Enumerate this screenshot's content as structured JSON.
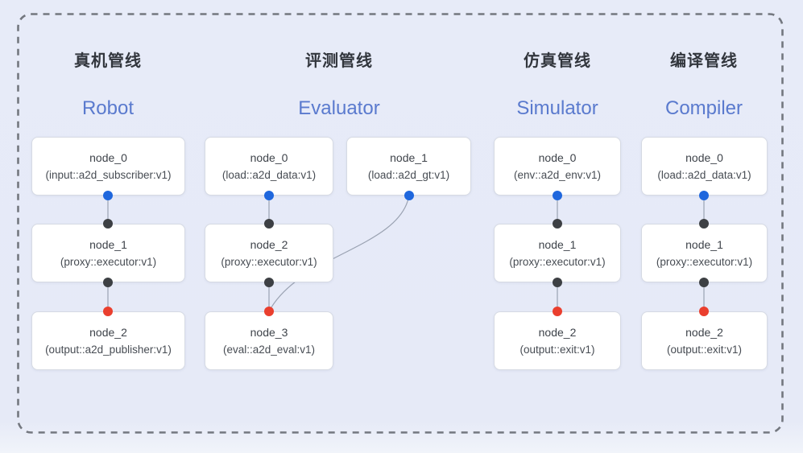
{
  "diagram": {
    "description_colors": {
      "background": "#e7ebf8",
      "frame_dash": "#73777f",
      "node_fill": "#ffffff",
      "node_border": "#d6dae3",
      "edge": "#9aa2b2",
      "input_port": "#1f67dd",
      "mid_port": "#3d4044",
      "output_port": "#ea3f2e",
      "header_cn": "#32363d",
      "header_en": "#5a7ace"
    },
    "pipelines": [
      {
        "title_cn": "真机管线",
        "title_en": "Robot",
        "nodes": [
          {
            "label": "node_0",
            "detail": "(input::a2d_subscriber:v1)"
          },
          {
            "label": "node_1",
            "detail": "(proxy::executor:v1)"
          },
          {
            "label": "node_2",
            "detail": "(output::a2d_publisher:v1)"
          }
        ]
      },
      {
        "title_cn": "评测管线",
        "title_en": "Evaluator",
        "nodes": [
          {
            "label": "node_0",
            "detail": "(load::a2d_data:v1)"
          },
          {
            "label": "node_1",
            "detail": "(load::a2d_gt:v1)"
          },
          {
            "label": "node_2",
            "detail": "(proxy::executor:v1)"
          },
          {
            "label": "node_3",
            "detail": "(eval::a2d_eval:v1)"
          }
        ]
      },
      {
        "title_cn": "仿真管线",
        "title_en": "Simulator",
        "nodes": [
          {
            "label": "node_0",
            "detail": "(env::a2d_env:v1)"
          },
          {
            "label": "node_1",
            "detail": "(proxy::executor:v1)"
          },
          {
            "label": "node_2",
            "detail": "(output::exit:v1)"
          }
        ]
      },
      {
        "title_cn": "编译管线",
        "title_en": "Compiler",
        "nodes": [
          {
            "label": "node_0",
            "detail": "(load::a2d_data:v1)"
          },
          {
            "label": "node_1",
            "detail": "(proxy::executor:v1)"
          },
          {
            "label": "node_2",
            "detail": "(output::exit:v1)"
          }
        ]
      }
    ]
  }
}
